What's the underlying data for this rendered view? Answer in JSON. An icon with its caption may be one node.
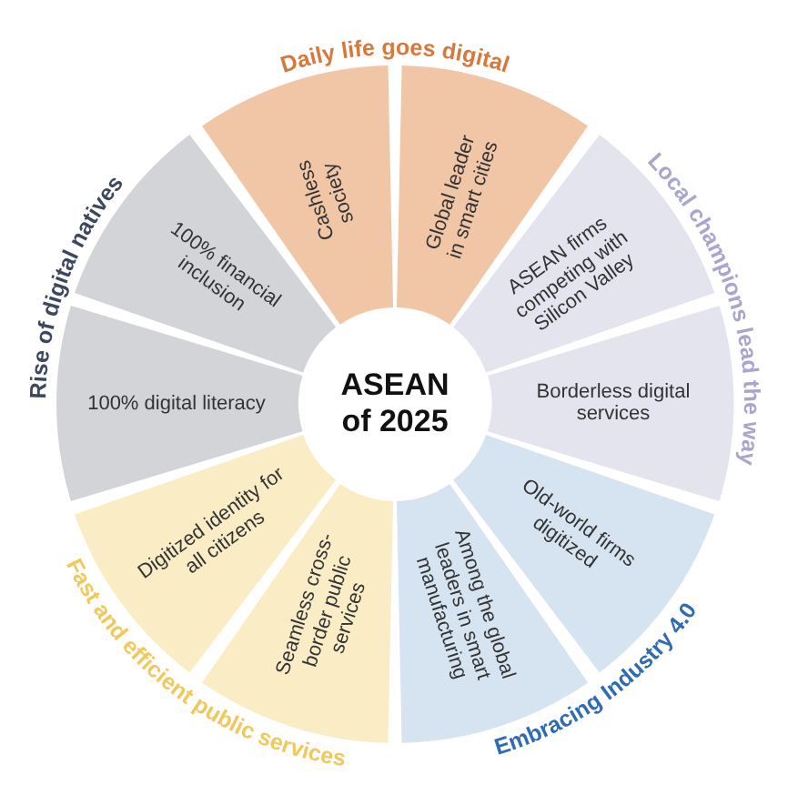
{
  "diagram": {
    "nodes": [
      {
        "text": [
          "ASEAN of 2025"
        ]
      },
      {
        "text": [
          "Cashless society"
        ]
      },
      {
        "text": [
          "Global leader in smart cities"
        ]
      },
      {
        "text": [
          "ASEAN firms competing with Silicon Valley"
        ]
      },
      {
        "text": [
          "Borderless digital services"
        ]
      },
      {
        "text": [
          "Old-world firms digitized"
        ]
      },
      {
        "text": [
          "Among the global leaders in smart manufacturing"
        ]
      },
      {
        "text": [
          "Seamless cross-border public services"
        ]
      },
      {
        "text": [
          "Digitized identity for all citizens"
        ]
      },
      {
        "text": [
          "100% digital literacy"
        ]
      },
      {
        "text": [
          "100% financial inclusion"
        ]
      }
    ],
    "edges": [],
    "labels": [
      "Daily life goes digital",
      "Rise of digital natives",
      "Local champions lead the way",
      "Fast and efficient public services",
      "Embracing Industry 4.0"
    ]
  }
}
